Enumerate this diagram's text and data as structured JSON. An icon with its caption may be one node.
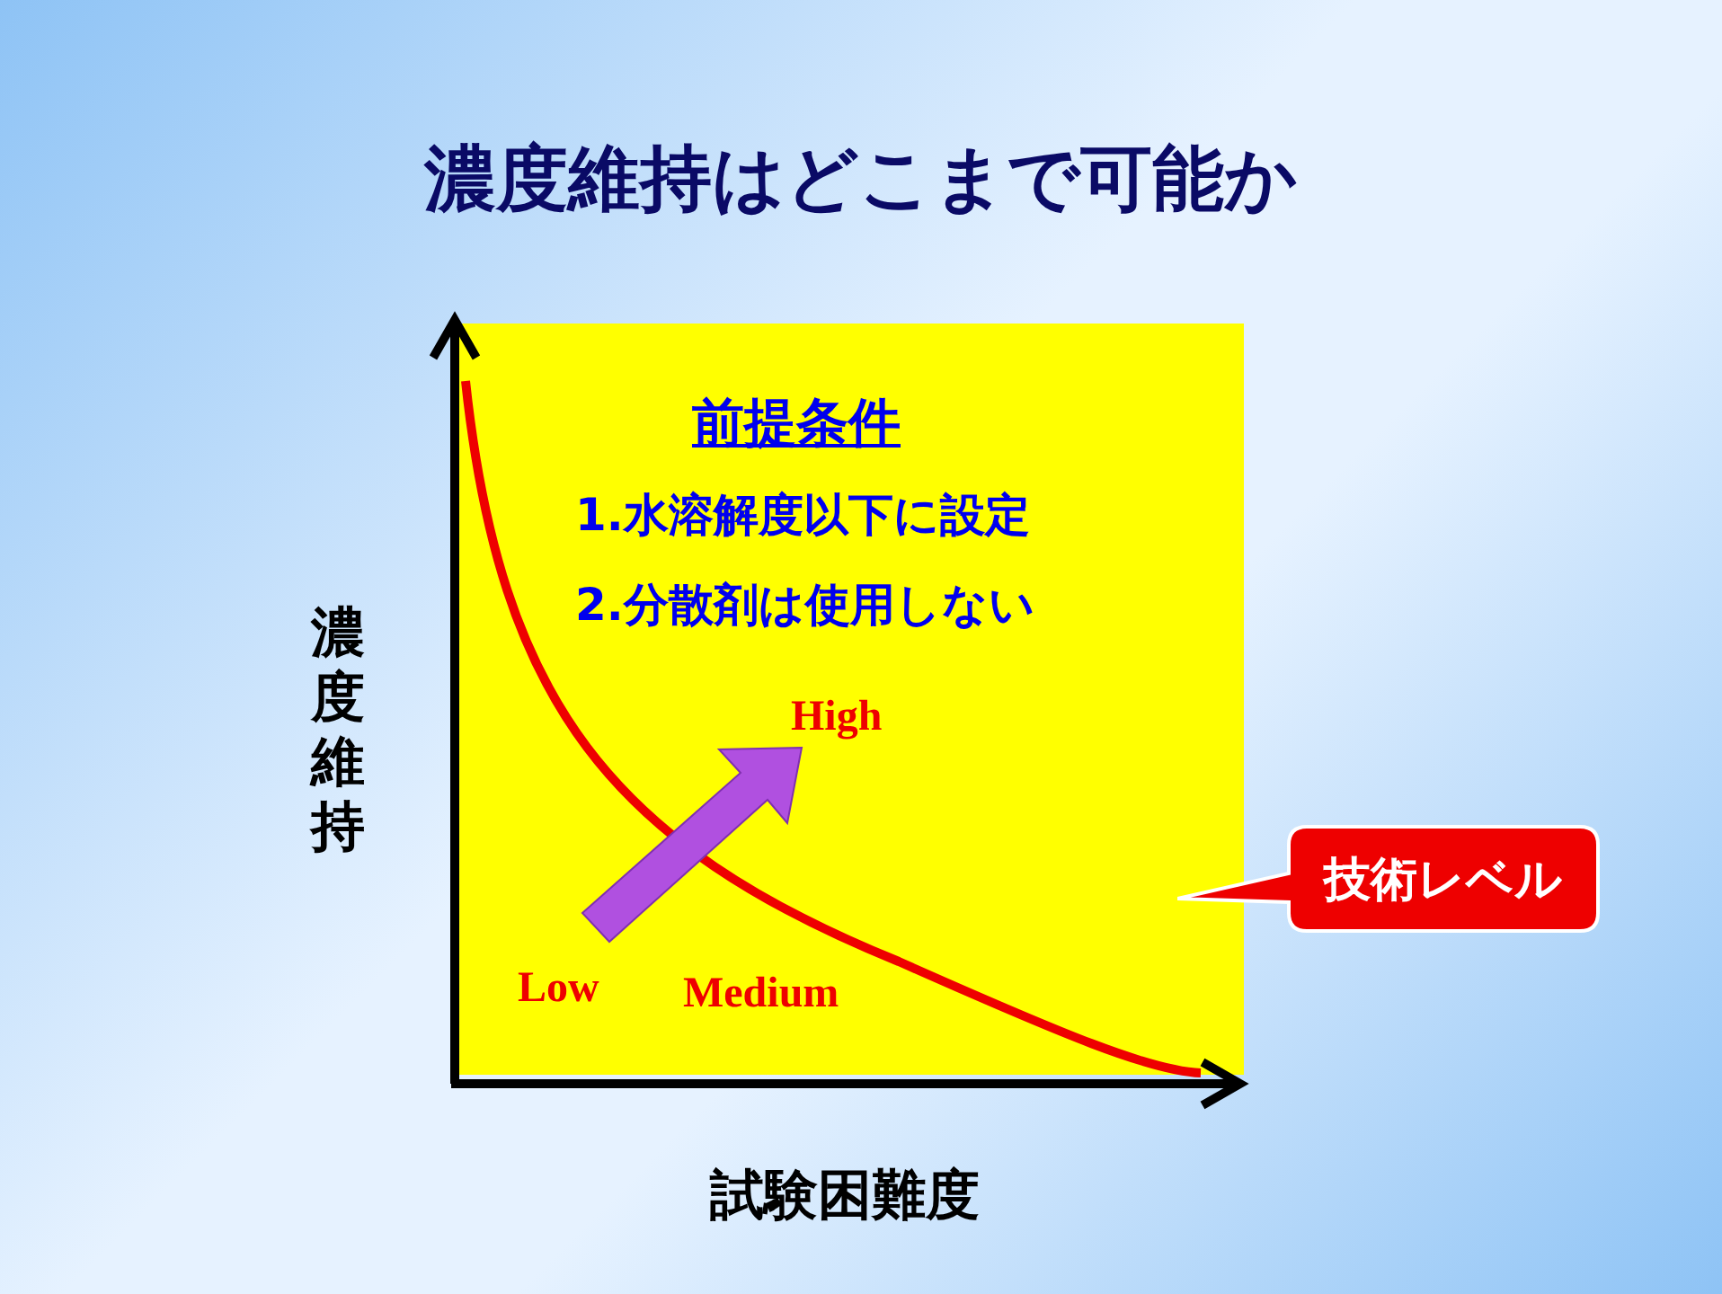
{
  "diagram": {
    "title": "濃度維持はどこまで可能か",
    "nodes": [
      {
        "text": [
          "前提条件",
          "1.水溶解度以下に設定",
          "2.分散剤は使用しない"
        ]
      },
      {
        "text": [
          "技術レベル"
        ]
      }
    ],
    "labels": [
      "濃度維持",
      "High",
      "Medium",
      "Low",
      "試験困難度"
    ]
  }
}
